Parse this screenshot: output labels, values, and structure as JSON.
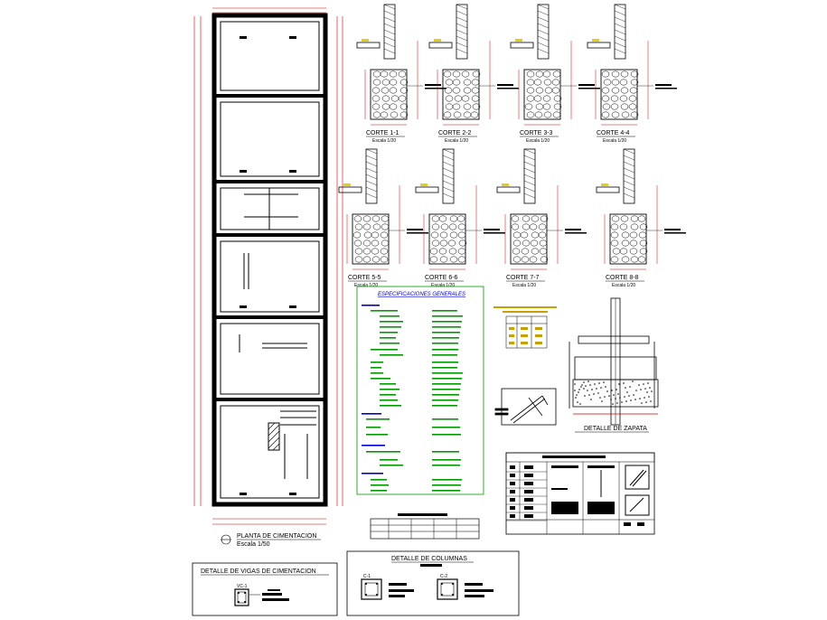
{
  "plan": {
    "title": "PLANTA DE CIMENTACION",
    "scale": "Escala 1/50"
  },
  "sections": [
    {
      "title": "CORTE 1-1",
      "scale": "Escala 1/20"
    },
    {
      "title": "CORTE 2-2",
      "scale": "Escala 1/20"
    },
    {
      "title": "CORTE 3-3",
      "scale": "Escala 1/20"
    },
    {
      "title": "CORTE 4-4",
      "scale": "Escala 1/20"
    },
    {
      "title": "CORTE 5-5",
      "scale": "Escala 1/20"
    },
    {
      "title": "CORTE 6-6",
      "scale": "Escala 1/20"
    },
    {
      "title": "CORTE 7-7",
      "scale": "Escala 1/20"
    },
    {
      "title": "CORTE 8-8",
      "scale": "Escala 1/20"
    }
  ],
  "specs": {
    "title": "ESPECIFICACIONES GENERALES"
  },
  "zapata": {
    "title": "DETALLE DE ZAPATA"
  },
  "vigas": {
    "title": "DETALLE DE VIGAS DE CIMENTACION",
    "tag": "VC-1"
  },
  "columnas": {
    "title": "DETALLE DE COLUMNAS",
    "tag1": "C-1",
    "tag2": "C-2"
  },
  "colors": {
    "line": "#000000",
    "dim": "#cc0000",
    "spec_text": "#009900",
    "spec_head": "#0000cc",
    "yellow": "#c8a000"
  }
}
